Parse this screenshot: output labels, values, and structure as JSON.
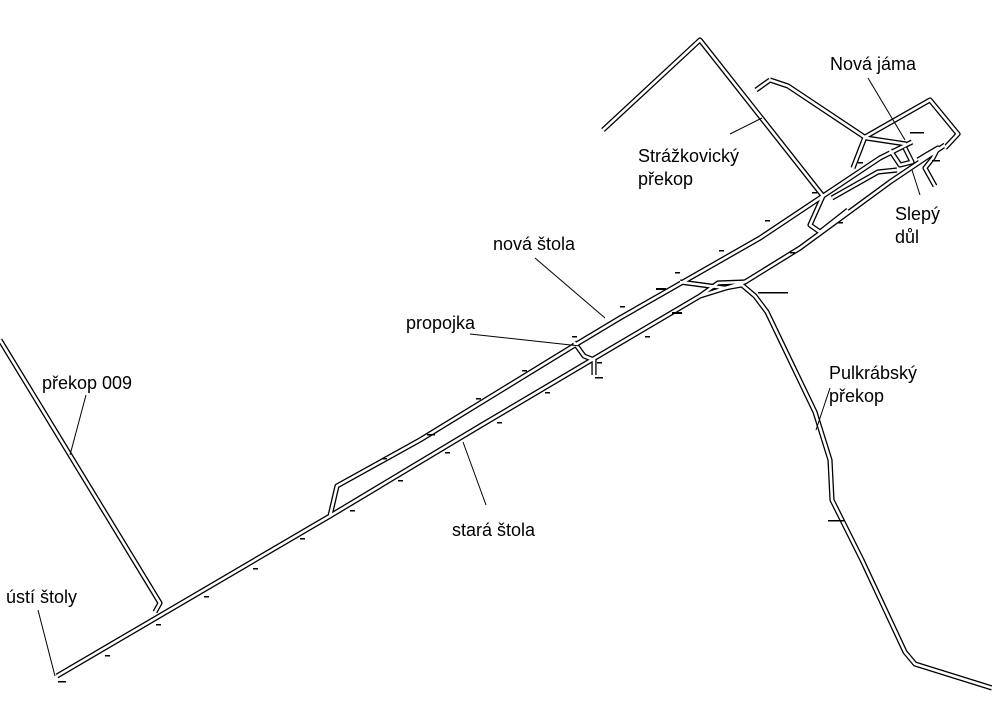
{
  "labels": {
    "nova_jama": "Nová jáma",
    "strazkovicky_line1": "Strážkovický",
    "strazkovicky_line2": "překop",
    "slepy_line1": "Slepý",
    "slepy_line2": "důl",
    "nova_stola": "nová štola",
    "propojka": "propojka",
    "prekop_009": "překop 009",
    "pulkrabsky_line1": "Pulkrábský",
    "pulkrabsky_line2": "překop",
    "stara_stola": "stará štola",
    "usti_stoly": "ústí štoly"
  }
}
